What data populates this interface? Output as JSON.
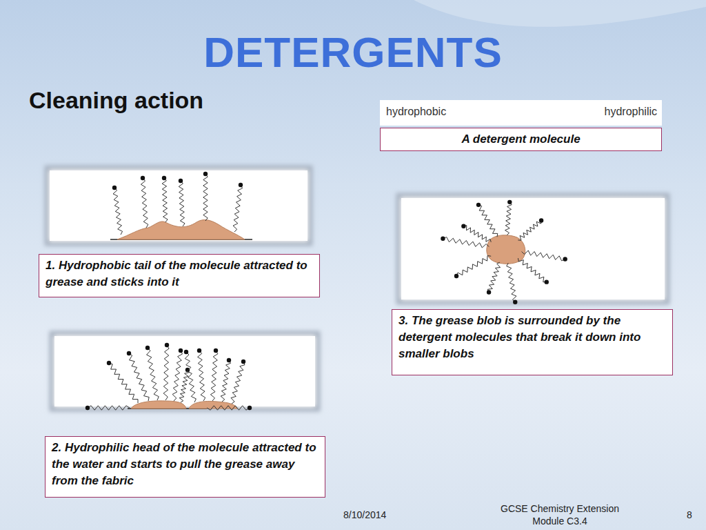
{
  "diagram": {
    "title": "DETERGENTS",
    "nodes": [
      {
        "text": [
          "hydrophobic",
          "hydrophilic"
        ]
      },
      {
        "text": [
          "A detergent molecule"
        ]
      },
      {
        "text": [
          "1. Hydrophobic tail of the molecule attracted to grease and sticks into it"
        ]
      },
      {
        "text": [
          "3. The grease blob is surrounded by the detergent molecules that break it down into smaller blobs"
        ]
      },
      {
        "text": [
          "2. Hydrophilic head of the molecule attracted to the water and starts to pull the grease away from the fabric"
        ]
      }
    ],
    "labels": [
      "Cleaning action",
      "8/10/2014",
      "GCSE Chemistry Extension Module C3.4",
      "8"
    ]
  }
}
